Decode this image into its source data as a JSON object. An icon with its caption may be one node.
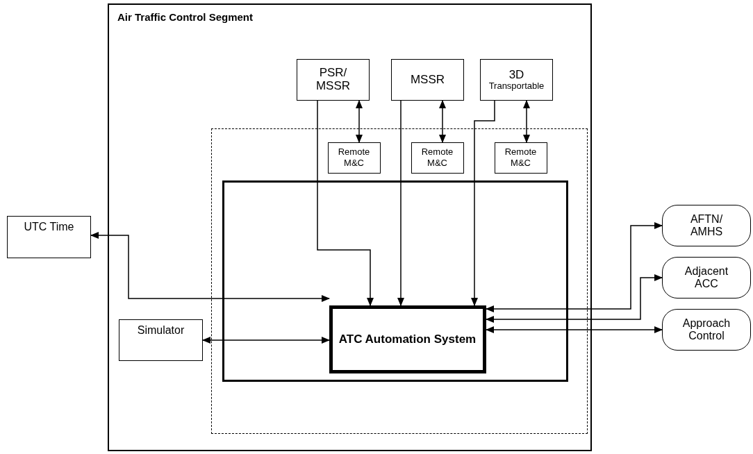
{
  "diagram": {
    "nodes": [
      {
        "text": [
          "Air Traffic Control Segment"
        ]
      },
      {
        "text": [],
        "shape": "box",
        "in": 0
      },
      {
        "text": [],
        "shape": "box",
        "in": 1
      },
      {
        "text": [
          "ATC Automation System"
        ],
        "in": 2
      },
      {
        "text": [
          "PSR/ MSSR"
        ],
        "in": 0
      },
      {
        "text": [
          "MSSR"
        ],
        "in": 0
      },
      {
        "text": [
          "3D",
          "Transportable"
        ],
        "in": 0
      },
      {
        "text": [
          "Remote M&C"
        ],
        "in": 1
      },
      {
        "text": [
          "Remote M&C"
        ],
        "in": 1
      },
      {
        "text": [
          "Remote M&C"
        ],
        "in": 1
      },
      {
        "text": [
          "UTC Time"
        ]
      },
      {
        "text": [
          "Simulator"
        ],
        "in": 0
      },
      {
        "text": [
          "AFTN/ AMHS"
        ]
      },
      {
        "text": [
          "Adjacent ACC"
        ]
      },
      {
        "text": [
          "Approach Control"
        ]
      }
    ],
    "edges": [
      {
        "from": 4,
        "to": 3,
        "arrow": "to"
      },
      {
        "from": 5,
        "to": 3,
        "arrow": "to"
      },
      {
        "from": 6,
        "to": 3,
        "arrow": "to"
      },
      {
        "from": 4,
        "to": 7,
        "arrow": "both"
      },
      {
        "from": 5,
        "to": 8,
        "arrow": "both"
      },
      {
        "from": 6,
        "to": 9,
        "arrow": "both"
      },
      {
        "from": 10,
        "to": 3,
        "arrow": "both"
      },
      {
        "from": 11,
        "to": 3,
        "arrow": "both"
      },
      {
        "from": 3,
        "to": 12,
        "arrow": "both"
      },
      {
        "from": 3,
        "to": 13,
        "arrow": "both"
      },
      {
        "from": 3,
        "to": 14,
        "arrow": "both"
      }
    ]
  }
}
